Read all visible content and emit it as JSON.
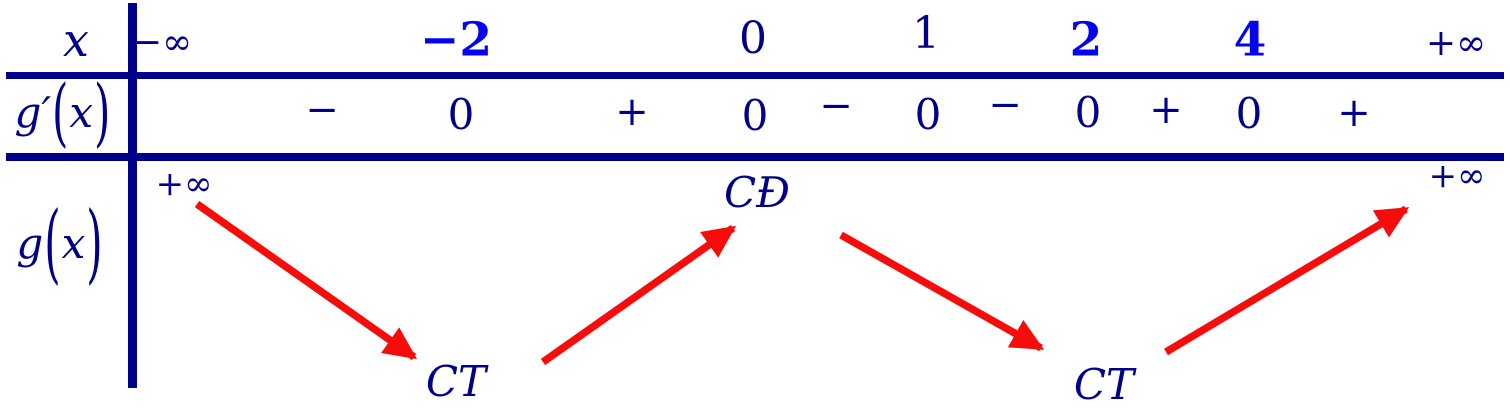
{
  "colors": {
    "ink_navy": "#00008b",
    "highlight_blue": "#0303f0",
    "arrow_red": "#f70c0c",
    "background": "#ffffff"
  },
  "row_labels": {
    "x": "x",
    "g_prime_fn": "g′",
    "g_fn": "g",
    "paren_open": "(",
    "paren_close": ")",
    "arg": "x"
  },
  "x_row": {
    "values": [
      {
        "text": "−∞"
      },
      {
        "text": "−2"
      },
      {
        "text": "0"
      },
      {
        "text": "1"
      },
      {
        "text": "2"
      },
      {
        "text": "4"
      },
      {
        "text": "+∞"
      }
    ]
  },
  "sign_row": {
    "values": [
      {
        "text": "−"
      },
      {
        "text": "0"
      },
      {
        "text": "+"
      },
      {
        "text": "0"
      },
      {
        "text": "−"
      },
      {
        "text": "0"
      },
      {
        "text": "−"
      },
      {
        "text": "0"
      },
      {
        "text": "+"
      },
      {
        "text": "0"
      },
      {
        "text": "+"
      }
    ]
  },
  "variation_row": {
    "limit_top_left": "+∞",
    "min_left": "CT",
    "max_center": "CĐ",
    "min_right": "CT",
    "limit_top_right": "+∞",
    "arrows": [
      {
        "direction": "decreasing"
      },
      {
        "direction": "increasing"
      },
      {
        "direction": "decreasing"
      },
      {
        "direction": "increasing"
      }
    ]
  }
}
